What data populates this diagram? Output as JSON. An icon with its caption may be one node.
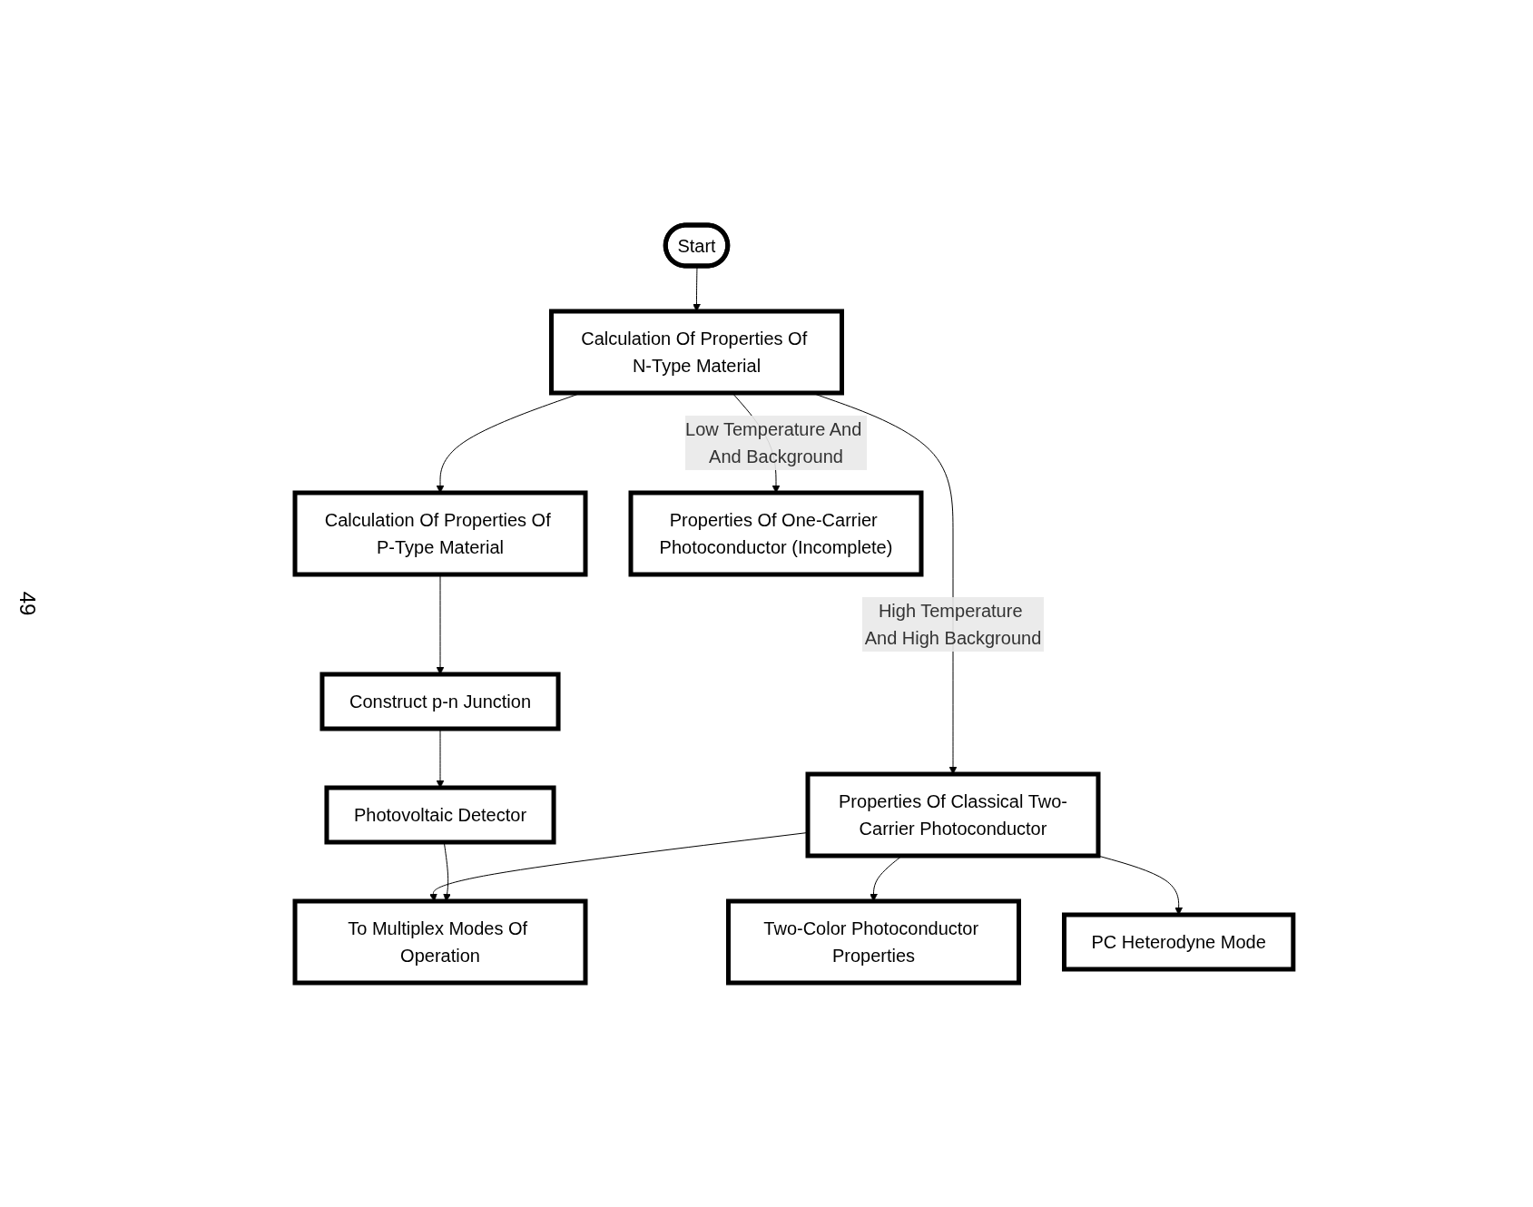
{
  "diagram": {
    "nodes": [
      {
        "text": [
          "Start"
        ]
      },
      {
        "text": [
          "Calculation Of Properties Of N-Type Material"
        ]
      },
      {
        "text": [
          "Calculation Of Properties Of P-Type Material"
        ]
      },
      {
        "text": [
          "Construct p-n Junction"
        ]
      },
      {
        "text": [
          "Properties Of Classical Two-Carrier Photoconductor"
        ]
      },
      {
        "text": [
          "Properties Of One-Carrier Photoconductor (Incomplete)"
        ]
      },
      {
        "text": [
          "Photovoltaic Detector"
        ]
      },
      {
        "text": [
          "Two-Color Photoconductor Properties"
        ]
      },
      {
        "text": [
          "PC Heterodyne Mode"
        ]
      },
      {
        "text": [
          "To Multiplex Modes Of Operation"
        ]
      }
    ],
    "edges": [
      {
        "from": 0,
        "to": 1,
        "arrow": "to"
      },
      {
        "from": 1,
        "to": 2,
        "arrow": "to"
      },
      {
        "from": 2,
        "to": 3,
        "arrow": "to"
      },
      {
        "from": 1,
        "to": 4,
        "arrow": "to",
        "label": "High Temperature And High Background"
      },
      {
        "from": 1,
        "to": 5,
        "arrow": "to",
        "label": "Low Temperature And And Background"
      },
      {
        "from": 3,
        "to": 6,
        "arrow": "to"
      },
      {
        "from": 4,
        "to": 7,
        "arrow": "to"
      },
      {
        "from": 4,
        "to": 8,
        "arrow": "to"
      },
      {
        "from": 4,
        "to": 9,
        "arrow": "to"
      },
      {
        "from": 6,
        "to": 9,
        "arrow": "to"
      }
    ],
    "labels": [
      "49"
    ]
  }
}
